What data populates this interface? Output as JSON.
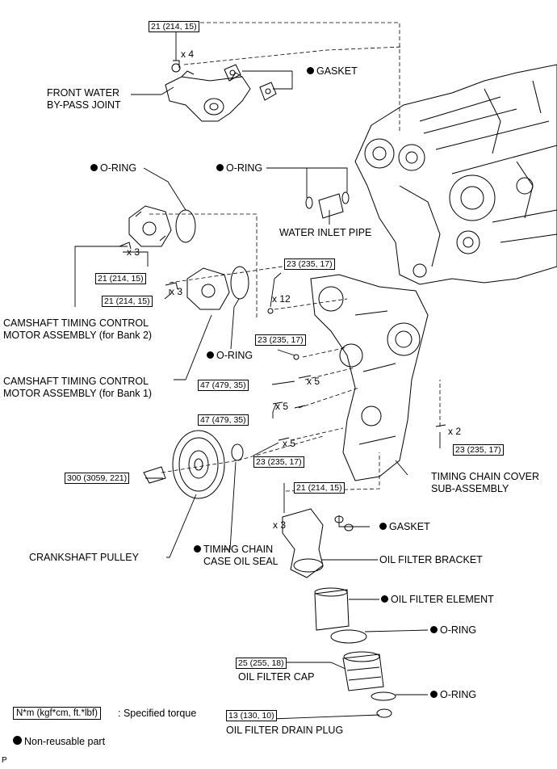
{
  "torque": {
    "t1": "21 (214, 15)",
    "t2": "21 (214, 15)",
    "t3": "21 (214, 15)",
    "t4": "23 (235, 17)",
    "t5": "23 (235, 17)",
    "t6": "47 (479, 35)",
    "t7": "47 (479, 35)",
    "t8": "23 (235, 17)",
    "t9": "23 (235, 17)",
    "t10": "300 (3059, 221)",
    "t11": "21 (214, 15)",
    "t12": "25 (255, 18)",
    "t13": "13 (130, 10)"
  },
  "qty": {
    "q_x4": "x 4",
    "q_x3a": "x 3",
    "q_x3b": "x 3",
    "q_x12": "x 12",
    "q_x5a": "x 5",
    "q_x5b": "x 5",
    "q_x5c": "x 5",
    "q_x2": "x 2",
    "q_x3c": "x 3"
  },
  "parts": {
    "front_water_bypass_1": "FRONT WATER",
    "front_water_bypass_2": "BY-PASS JOINT",
    "gasket_top": "GASKET",
    "oring_cam": "O-RING",
    "oring_water": "O-RING",
    "water_inlet_pipe": "WATER INLET PIPE",
    "cam_motor_b2_1": "CAMSHAFT TIMING CONTROL",
    "cam_motor_b2_2": "MOTOR ASSEMBLY (for Bank 2)",
    "oring_cam2": "O-RING",
    "cam_motor_b1_1": "CAMSHAFT TIMING CONTROL",
    "cam_motor_b1_2": "MOTOR ASSEMBLY (for Bank 1)",
    "timing_cover_1": "TIMING CHAIN COVER",
    "timing_cover_2": "SUB-ASSEMBLY",
    "gasket_bracket": "GASKET",
    "oil_filter_bracket": "OIL FILTER BRACKET",
    "crankshaft_pulley": "CRANKSHAFT PULLEY",
    "tc_oil_seal_1": "TIMING CHAIN",
    "tc_oil_seal_2": "CASE OIL SEAL",
    "oil_filter_element": "OIL FILTER ELEMENT",
    "oring_filter": "O-RING",
    "oil_filter_cap": "OIL FILTER CAP",
    "oring_cap": "O-RING",
    "oil_filter_drain_plug": "OIL FILTER DRAIN PLUG"
  },
  "legend": {
    "torque_unit": "N*m (kgf*cm, ft.*lbf)",
    "torque_desc": ": Specified torque",
    "non_reusable": "Non-reusable part"
  },
  "corner_mark": "P"
}
